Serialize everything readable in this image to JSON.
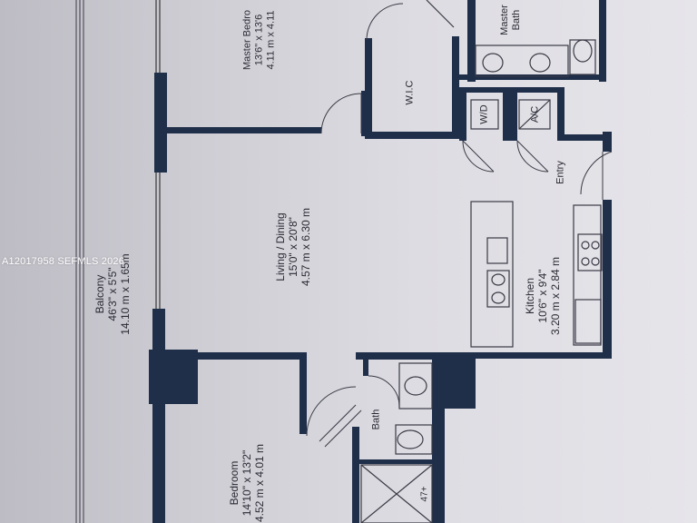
{
  "rooms": {
    "master_bedroom": {
      "name": "Master Bedro",
      "dim_ft": "13'6\" x 13'6",
      "dim_m": "4.11 m x 4.11"
    },
    "master_bath": {
      "name": "Master",
      "name2": "Bath"
    },
    "wic": {
      "name": "W.I.C"
    },
    "wd": {
      "name": "W/D"
    },
    "ac": {
      "name": "A/C"
    },
    "entry": {
      "name": "Entry"
    },
    "living": {
      "name": "Living / Dining",
      "dim_ft": "15'0\" x 20'8\"",
      "dim_m": "4.57 m x 6.30 m"
    },
    "kitchen": {
      "name": "Kitchen",
      "dim_ft": "10'6\" x 9'4\"",
      "dim_m": "3.20 m x 2.84 m"
    },
    "balcony": {
      "name": "Balcony",
      "dim_ft": "46'3\" x 5'5\"",
      "dim_m": "14.10 m x 1.65m"
    },
    "bath": {
      "name": "Bath"
    },
    "bedroom": {
      "name": "Bedroom",
      "dim_ft": "14'10\" x 13'2\"",
      "dim_m": "4.52 m x 4.01 m"
    }
  },
  "watermark": "A12017958 SEFMLS 2026",
  "fixture_mark": "47+",
  "colors": {
    "wall": "#1f2f4a",
    "paper": "#dcdbe1"
  }
}
